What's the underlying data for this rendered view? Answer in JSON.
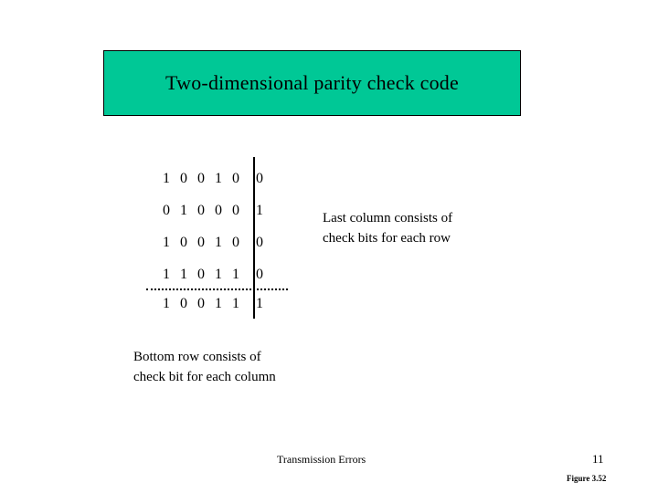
{
  "slide": {
    "title": "Two-dimensional parity check code",
    "banner_color": "#00c896",
    "border_color": "#000000",
    "background_color": "#ffffff"
  },
  "matrix": {
    "rows": [
      {
        "data_bits": [
          "1",
          "0",
          "0",
          "1",
          "0"
        ],
        "check_bit": "0",
        "is_check_row": false
      },
      {
        "data_bits": [
          "0",
          "1",
          "0",
          "0",
          "0"
        ],
        "check_bit": "1",
        "is_check_row": false
      },
      {
        "data_bits": [
          "1",
          "0",
          "0",
          "1",
          "0"
        ],
        "check_bit": "0",
        "is_check_row": false
      },
      {
        "data_bits": [
          "1",
          "1",
          "0",
          "1",
          "1"
        ],
        "check_bit": "0",
        "is_check_row": false
      },
      {
        "data_bits": [
          "1",
          "0",
          "0",
          "1",
          "1"
        ],
        "check_bit": "1",
        "is_check_row": true
      }
    ]
  },
  "annotations": {
    "right": {
      "line1": "Last column consists of",
      "line2": "check bits for each row"
    },
    "bottom": {
      "line1": "Bottom row consists of",
      "line2": "check bit for each column"
    }
  },
  "footer": {
    "title": "Transmission Errors",
    "page_number": "11",
    "figure_label": "Figure 3.52"
  }
}
